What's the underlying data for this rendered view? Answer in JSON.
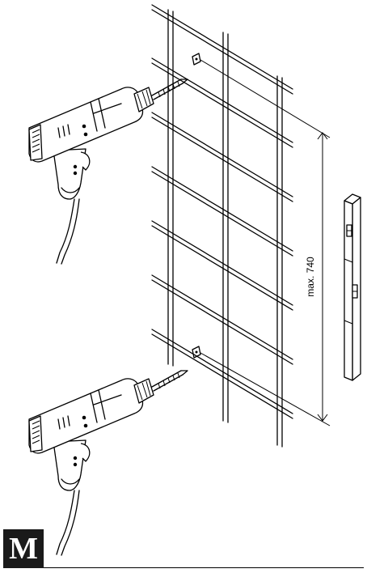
{
  "dimension": {
    "label": "max. 740"
  },
  "step_marker": {
    "letter": "M"
  },
  "icons": [
    "drill-icon",
    "drill-icon",
    "wire-mesh-panel",
    "level-icon"
  ]
}
